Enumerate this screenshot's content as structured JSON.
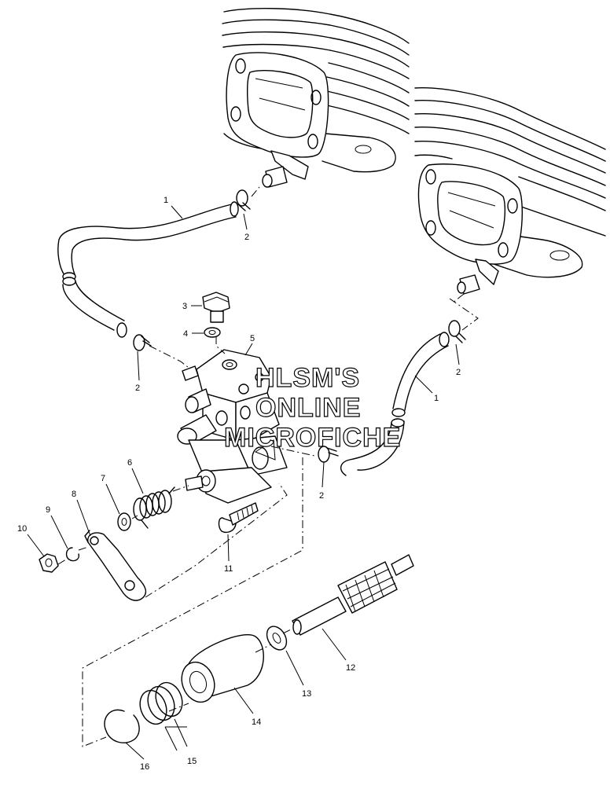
{
  "callouts": {
    "c1a": "1",
    "c1b": "1",
    "c2a": "2",
    "c2b": "2",
    "c2c": "2",
    "c2d": "2",
    "c3": "3",
    "c4": "4",
    "c5": "5",
    "c6": "6",
    "c7": "7",
    "c8": "8",
    "c9": "9",
    "c10": "10",
    "c11": "11",
    "c12": "12",
    "c13": "13",
    "c14": "14",
    "c15": "15",
    "c16": "16"
  },
  "watermark": {
    "line1": "HLSM'S",
    "line2": "ONLINE",
    "line3": "MICROFICHE"
  }
}
